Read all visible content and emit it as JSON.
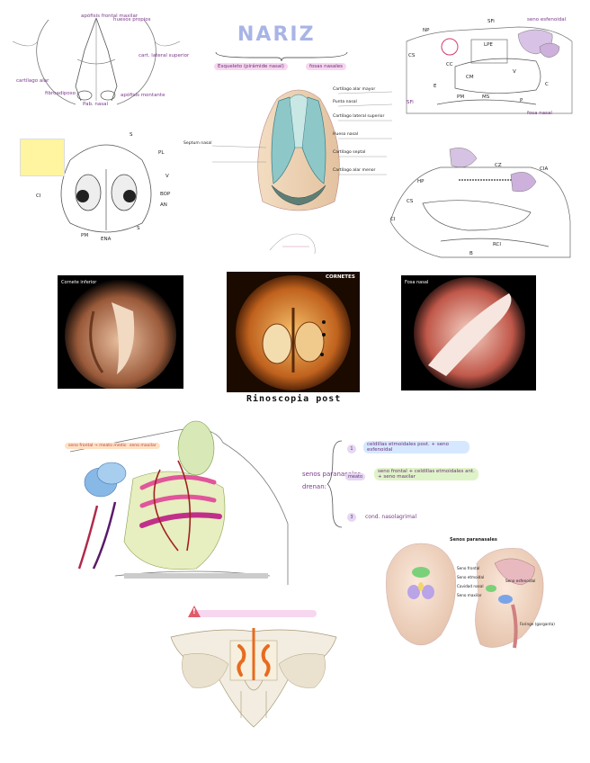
{
  "title": "NARIZ",
  "title_sub": [
    "Esqueleto (pirámide nasal)",
    "fosas nasales"
  ],
  "top_left_labels": [
    "apófisis frontal maxilar",
    "huesos propios",
    "cart. lateral superior",
    "cartílago alar",
    "fibroadiposo",
    "apófisis montante",
    "Pab. nasal"
  ],
  "top_right_labels": {
    "np": "NP",
    "sfi": "SFi",
    "seno esfenoidal": "seno esfenoidal",
    "cs": "CS",
    "lpe": "LPE",
    "cc": "CC",
    "cm": "CM",
    "v": "V",
    "e": "E",
    "c": "C",
    "pm": "PM",
    "ms": "MS",
    "p": "P",
    "sf": "SFi",
    "fosa nasal": "fosa nasal"
  },
  "mid_left_labels": {
    "s": "S",
    "pl": "PL",
    "v": "V",
    "bop": "BOP",
    "an": "AN",
    "ci": "CI",
    "pm": "PM",
    "ena": "ENA",
    "s2": "S"
  },
  "center_labels": [
    "Cartílago alar mayor",
    "Punta nasal",
    "Cartílago lateral superior",
    "Hueso nasal",
    "Cartílago septal",
    "Septum nasal",
    "Cartílago alar menor"
  ],
  "mid_right_labels": {
    "hp": "HP",
    "cz": "CZ",
    "cs": "CS",
    "ci": "CI",
    "b": "B",
    "rci": "RCI",
    "cia": "CIA"
  },
  "photo_labels": [
    "Cornete inferior",
    "CORNETES",
    "Fosa nasal"
  ],
  "photo_caption": "Rinoscopia post",
  "sinus_notes": {
    "senos": "senos paranasales",
    "drenan": "drenan:",
    "item1": "celdillas etmoidales post. + seno esfenoidal",
    "item2": "seno frontal + celdillas etmoidales ant. + seno maxilar",
    "item3": "cond. nasolagrimal",
    "bullet1": "1",
    "bullet2": "meato",
    "bullet3": "3"
  },
  "heads_title": "Senos paranasales",
  "heads_labels": [
    "Seno frontal",
    "Seno etmoidal",
    "Cavidad nasal",
    "Seno maxilar",
    "Seno esfenoidal",
    "Faringe (garganta)"
  ],
  "skull_warning": "!",
  "colors": {
    "accent": "#9b4fb3",
    "pink": "#e0569b",
    "blue": "#6aa6d8",
    "green": "#b8d98a",
    "orange": "#e87a2a"
  }
}
